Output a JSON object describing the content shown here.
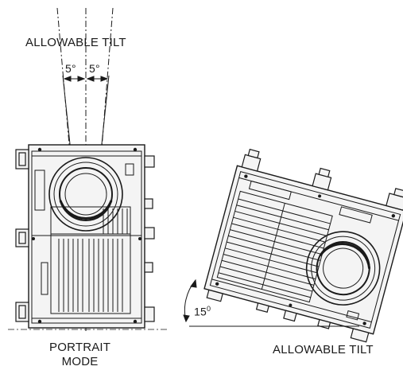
{
  "labels": {
    "allowable_tilt_top": "ALLOWABLE TILT",
    "angle_left": "5°",
    "angle_right": "5°",
    "portrait_line1": "PORTRAIT",
    "portrait_line2": "MODE",
    "allowable_tilt_right": "ALLOWABLE TILT",
    "angle_tilt": "15"
  },
  "colors": {
    "line": "#1a1a1a",
    "body_fill": "#f4f4f4",
    "background": "#ffffff"
  }
}
